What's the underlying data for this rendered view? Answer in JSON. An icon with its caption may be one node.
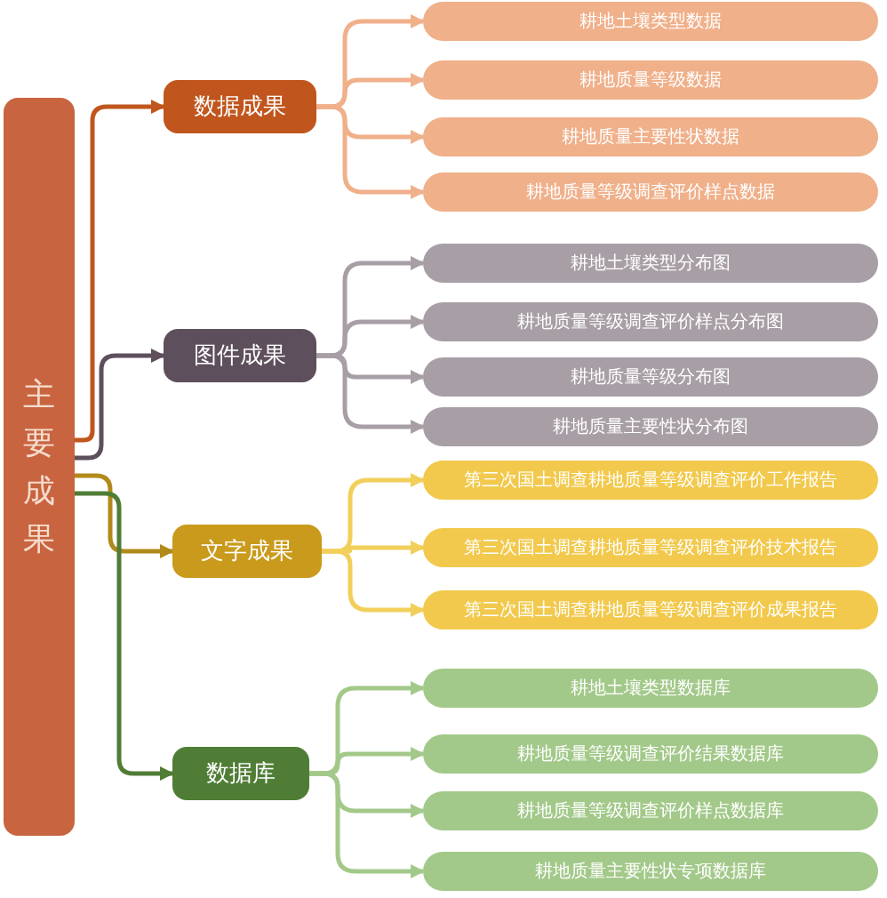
{
  "diagram": {
    "nodes": [
      {
        "text": [
          "主要成果"
        ]
      },
      {
        "text": [
          "数据成果"
        ]
      },
      {
        "text": [
          "耕地土壤类型数据"
        ]
      },
      {
        "text": [
          "耕地质量等级数据"
        ]
      },
      {
        "text": [
          "耕地质量主要性状数据"
        ]
      },
      {
        "text": [
          "耕地质量等级调查评价样点数据"
        ]
      },
      {
        "text": [
          "图件成果"
        ]
      },
      {
        "text": [
          "耕地土壤类型分布图"
        ]
      },
      {
        "text": [
          "耕地质量等级调查评价样点分布图"
        ]
      },
      {
        "text": [
          "耕地质量等级分布图"
        ]
      },
      {
        "text": [
          "耕地质量主要性状分布图"
        ]
      },
      {
        "text": [
          "文字成果"
        ]
      },
      {
        "text": [
          "第三次国土调查耕地质量等级调查评价工作报告"
        ]
      },
      {
        "text": [
          "第三次国土调查耕地质量等级调查评价技术报告"
        ]
      },
      {
        "text": [
          "第三次国土调查耕地质量等级调查评价成果报告"
        ]
      },
      {
        "text": [
          "数据库"
        ]
      },
      {
        "text": [
          "耕地土壤类型数据库"
        ]
      },
      {
        "text": [
          "耕地质量等级调查评价结果数据库"
        ]
      },
      {
        "text": [
          "耕地质量等级调查评价样点数据库"
        ]
      },
      {
        "text": [
          "耕地质量主要性状专项数据库"
        ]
      }
    ],
    "edges": [
      {
        "from": 0,
        "to": 1,
        "arrow": "to",
        "color": "#c0561d"
      },
      {
        "from": 0,
        "to": 6,
        "arrow": "to",
        "color": "#5e4f5c"
      },
      {
        "from": 0,
        "to": 11,
        "arrow": "to",
        "color": "#b08a1a"
      },
      {
        "from": 0,
        "to": 15,
        "arrow": "to",
        "color": "#4f7d35"
      },
      {
        "from": 1,
        "to": 2,
        "arrow": "to",
        "color": "#f0b08a"
      },
      {
        "from": 1,
        "to": 3,
        "arrow": "to",
        "color": "#f0b08a"
      },
      {
        "from": 1,
        "to": 4,
        "arrow": "to",
        "color": "#f0b08a"
      },
      {
        "from": 1,
        "to": 5,
        "arrow": "to",
        "color": "#f0b08a"
      },
      {
        "from": 6,
        "to": 7,
        "arrow": "to",
        "color": "#a89fa6"
      },
      {
        "from": 6,
        "to": 8,
        "arrow": "to",
        "color": "#a89fa6"
      },
      {
        "from": 6,
        "to": 9,
        "arrow": "to",
        "color": "#a89fa6"
      },
      {
        "from": 6,
        "to": 10,
        "arrow": "to",
        "color": "#a89fa6"
      },
      {
        "from": 11,
        "to": 12,
        "arrow": "to",
        "color": "#f2cf5a"
      },
      {
        "from": 11,
        "to": 13,
        "arrow": "to",
        "color": "#f2cf5a"
      },
      {
        "from": 11,
        "to": 14,
        "arrow": "to",
        "color": "#f2cf5a"
      },
      {
        "from": 15,
        "to": 16,
        "arrow": "to",
        "color": "#a3c98a"
      },
      {
        "from": 15,
        "to": 17,
        "arrow": "to",
        "color": "#a3c98a"
      },
      {
        "from": 15,
        "to": 18,
        "arrow": "to",
        "color": "#a3c98a"
      },
      {
        "from": 15,
        "to": 19,
        "arrow": "to",
        "color": "#a3c98a"
      }
    ]
  }
}
